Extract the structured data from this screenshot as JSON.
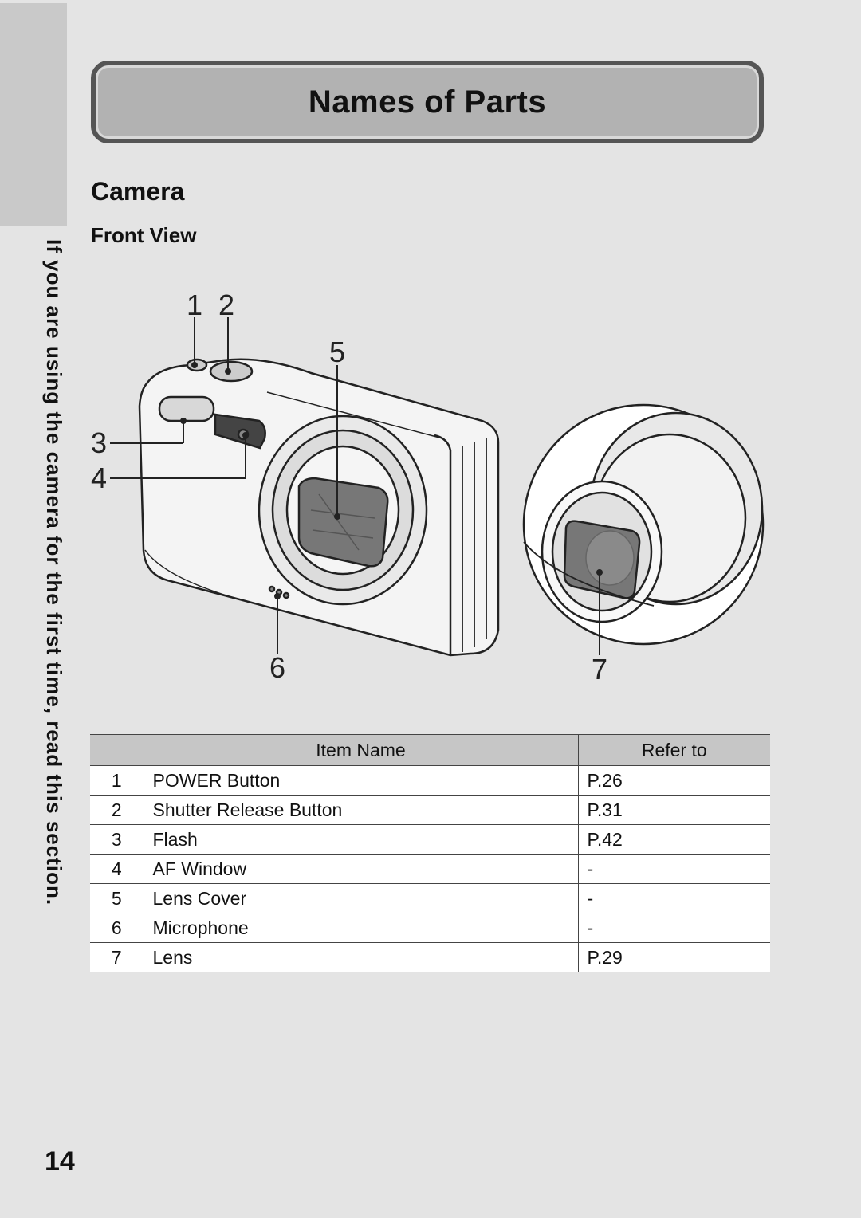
{
  "side_text": "If you are using the camera for the first time, read this section.",
  "title": "Names of Parts",
  "section_heading": "Camera",
  "subsection_heading": "Front View",
  "callouts": [
    "1",
    "2",
    "3",
    "4",
    "5",
    "6",
    "7"
  ],
  "table": {
    "headers": [
      "",
      "Item Name",
      "Refer to"
    ],
    "rows": [
      {
        "num": "1",
        "name": "POWER Button",
        "ref": "P.26"
      },
      {
        "num": "2",
        "name": "Shutter Release Button",
        "ref": "P.31"
      },
      {
        "num": "3",
        "name": "Flash",
        "ref": "P.42"
      },
      {
        "num": "4",
        "name": "AF Window",
        "ref": "-"
      },
      {
        "num": "5",
        "name": "Lens Cover",
        "ref": "-"
      },
      {
        "num": "6",
        "name": "Microphone",
        "ref": "-"
      },
      {
        "num": "7",
        "name": "Lens",
        "ref": "P.29"
      }
    ]
  },
  "page_number": "14"
}
